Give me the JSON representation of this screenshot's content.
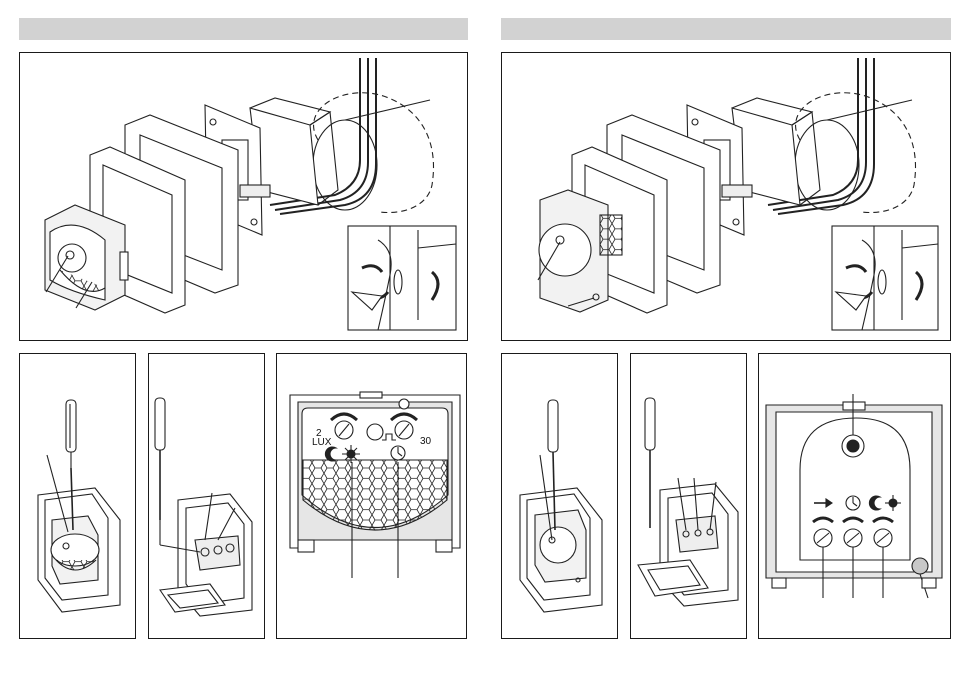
{
  "left_page": {
    "dial_labels": {
      "lux_value": "2",
      "lux_unit": "LUX",
      "time_value": "30"
    }
  },
  "icons": [
    "moon-sun-icon",
    "clock-icon",
    "arrow-right-icon",
    "screwdriver-icon",
    "pir-lens-icon"
  ],
  "colors": {
    "header_bar": "#d2d2d2",
    "line": "#1a1a1a",
    "paper": "#ffffff",
    "shade": "#e6e6e6",
    "led": "#c8c8c8"
  }
}
